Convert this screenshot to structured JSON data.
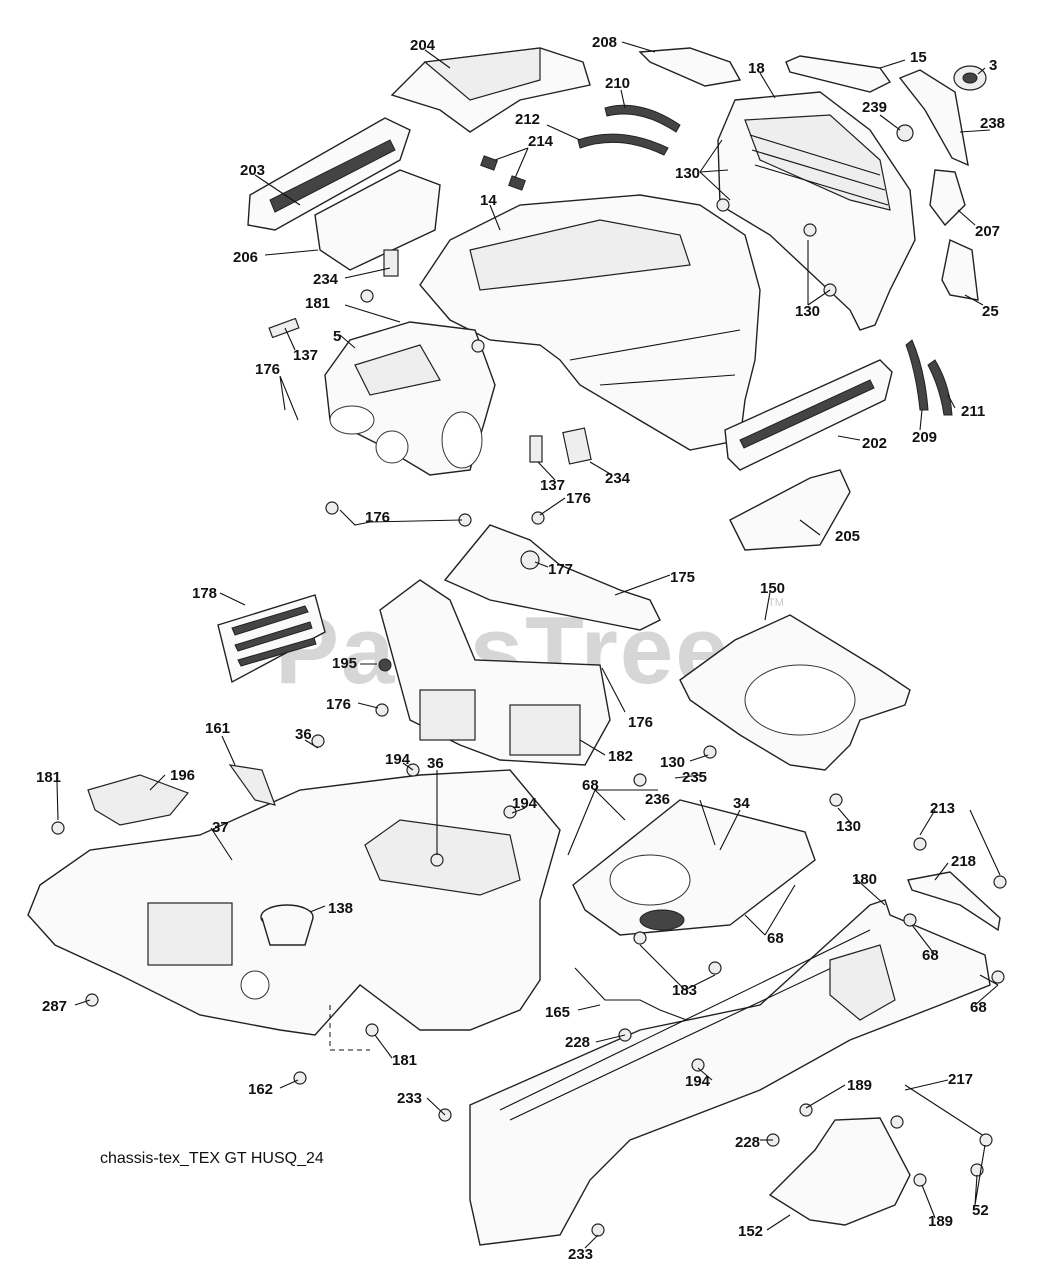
{
  "watermark": "PartsTree",
  "watermark_tm": "TM",
  "caption": "chassis-tex_TEX GT HUSQ_24",
  "labels": {
    "l204": "204",
    "l208": "208",
    "l18": "18",
    "l15": "15",
    "l3": "3",
    "l210": "210",
    "l212": "212",
    "l214": "214",
    "l239": "239",
    "l238": "238",
    "l203": "203",
    "l130a": "130",
    "l14": "14",
    "l207": "207",
    "l206": "206",
    "l234a": "234",
    "l130b": "130",
    "l25": "25",
    "l181a": "181",
    "l137a": "137",
    "l5": "5",
    "l176a": "176",
    "l209": "209",
    "l211": "211",
    "l202": "202",
    "l137b": "137",
    "l234b": "234",
    "l176b": "176",
    "l176c": "176",
    "l205": "205",
    "l177": "177",
    "l175": "175",
    "l178": "178",
    "l150": "150",
    "l195": "195",
    "l176d": "176",
    "l176e": "176",
    "l182": "182",
    "l130c": "130",
    "l161": "161",
    "l36a": "36",
    "l194a": "194",
    "l36b": "36",
    "l194b": "194",
    "l68a": "68",
    "l235": "235",
    "l236": "236",
    "l34": "34",
    "l181b": "181",
    "l196": "196",
    "l37": "37",
    "l130d": "130",
    "l213": "213",
    "l218": "218",
    "l138": "138",
    "l180": "180",
    "l68b": "68",
    "l68c": "68",
    "l287": "287",
    "l183": "183",
    "l165": "165",
    "l68d": "68",
    "l228a": "228",
    "l181c": "181",
    "l162": "162",
    "l194c": "194",
    "l233a": "233",
    "l189a": "189",
    "l217": "217",
    "l228b": "228",
    "l52": "52",
    "l152": "152",
    "l189b": "189",
    "l233b": "233"
  }
}
